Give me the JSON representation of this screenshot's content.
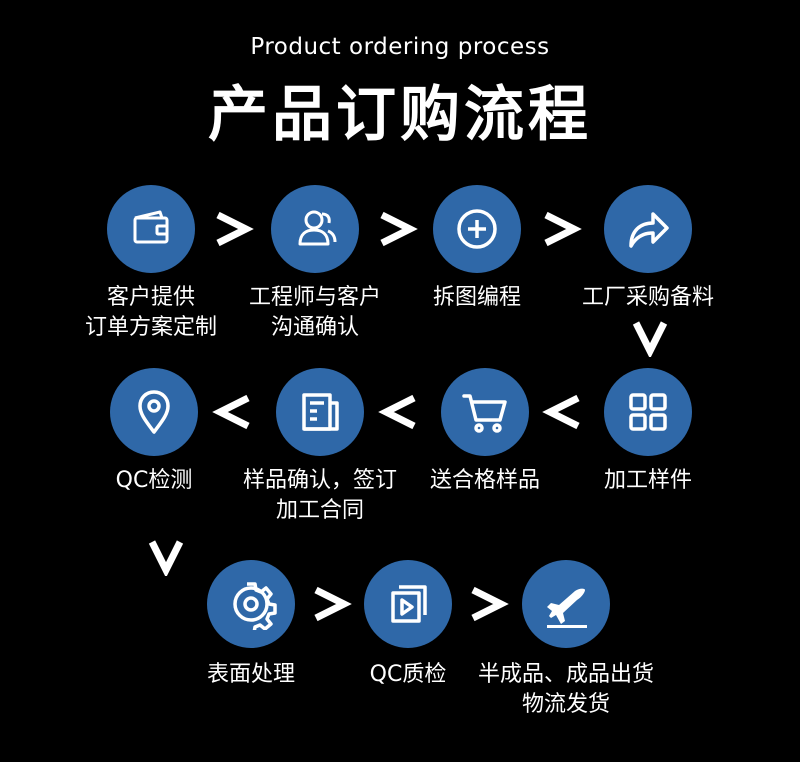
{
  "header": {
    "subtitle": "Product ordering process",
    "title": "产品订购流程"
  },
  "colors": {
    "background": "#000000",
    "circle": "#2f68a8",
    "icon": "#ffffff",
    "text": "#ffffff"
  },
  "steps": [
    {
      "line1": "客户提供",
      "line2": "订单方案定制",
      "icon": "wallet-icon"
    },
    {
      "line1": "工程师与客户",
      "line2": "沟通确认",
      "icon": "users-icon"
    },
    {
      "line1": "拆图编程",
      "line2": "",
      "icon": "plus-circle-icon"
    },
    {
      "line1": "工厂采购备料",
      "line2": "",
      "icon": "share-arrow-icon"
    },
    {
      "line1": "加工样件",
      "line2": "",
      "icon": "grid-icon"
    },
    {
      "line1": "送合格样品",
      "line2": "",
      "icon": "cart-icon"
    },
    {
      "line1": "样品确认，签订",
      "line2": "加工合同",
      "icon": "document-icon"
    },
    {
      "line1": "QC检测",
      "line2": "",
      "icon": "location-pin-icon"
    },
    {
      "line1": "表面处理",
      "line2": "",
      "icon": "gear-icon"
    },
    {
      "line1": "QC质检",
      "line2": "",
      "icon": "play-square-icon"
    },
    {
      "line1": "半成品、成品出货",
      "line2": "物流发货",
      "icon": "airplane-icon"
    }
  ]
}
